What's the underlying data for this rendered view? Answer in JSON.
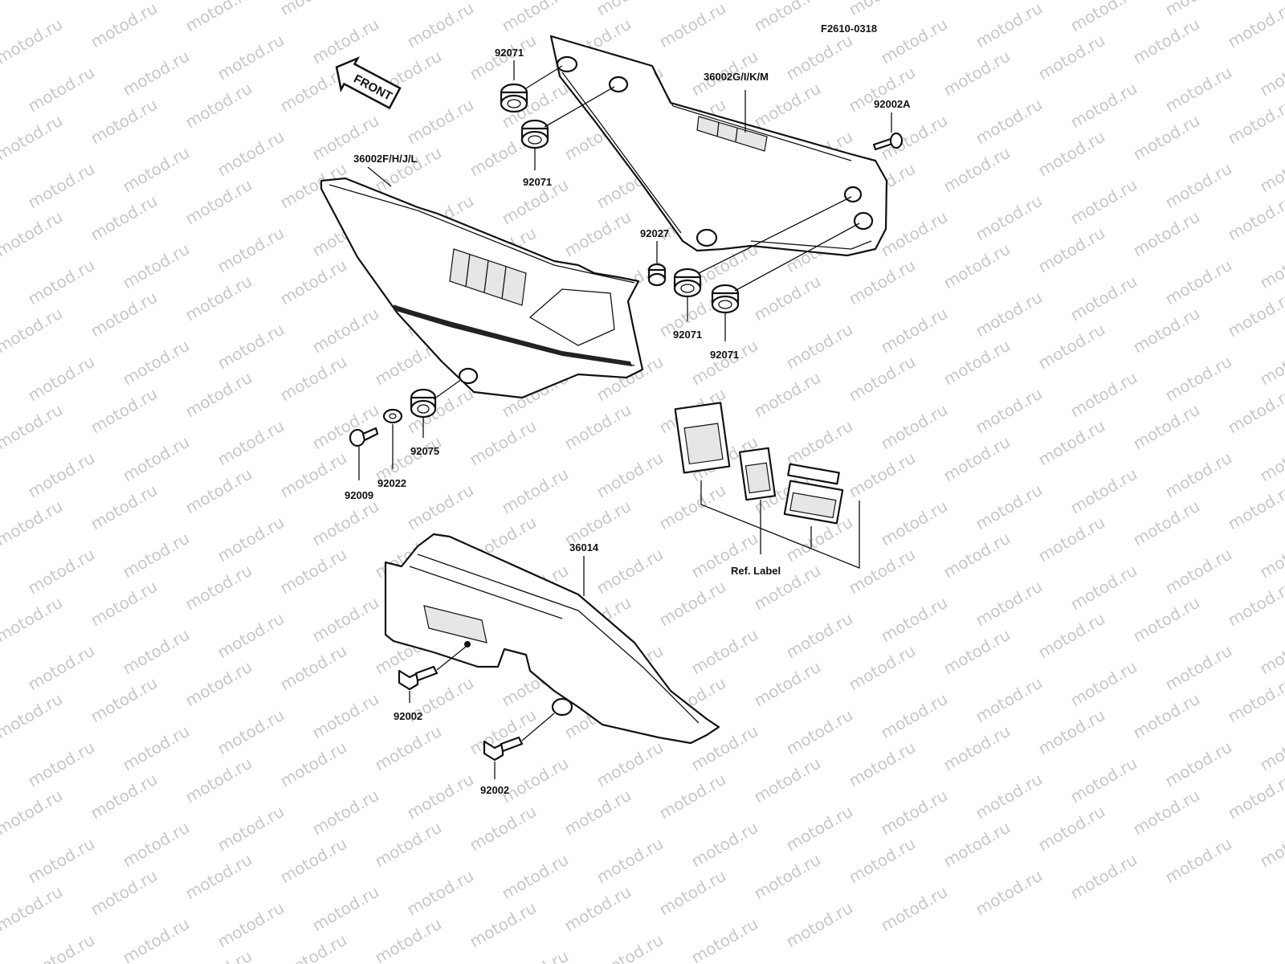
{
  "figure_code": "F2610-0318",
  "watermark_text": "motod.ru",
  "front_arrow_label": "FRONT",
  "callouts": {
    "c92071_top": "92071",
    "c36002gikm": "36002G/I/K/M",
    "c92002a": "92002A",
    "c92071_mid": "92071",
    "c36002fhjl": "36002F/H/J/L",
    "c92027": "92027",
    "c92071_r1": "92071",
    "c92071_r2": "92071",
    "c92075": "92075",
    "c92022": "92022",
    "c92009": "92009",
    "c36014": "36014",
    "ref_label": "Ref. Label",
    "c92002_a": "92002",
    "c92002_b": "92002"
  },
  "colors": {
    "ink": "#111111",
    "watermark": "#c8c8c8",
    "background": "#ffffff"
  }
}
